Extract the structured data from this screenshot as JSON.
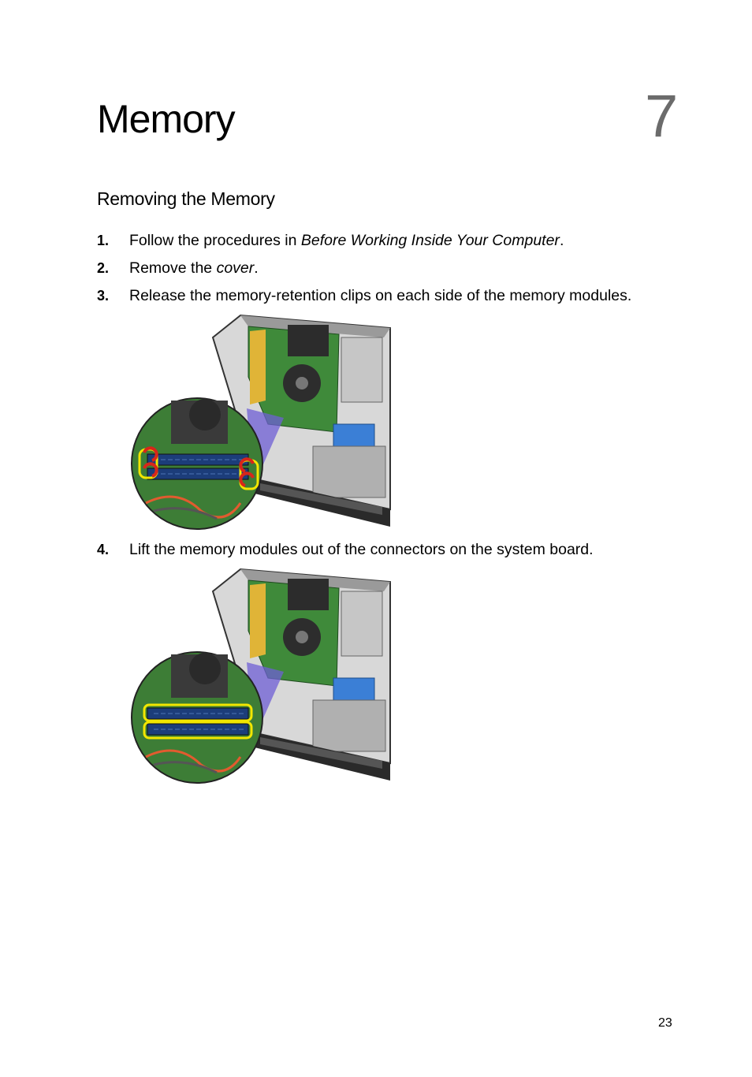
{
  "chapter": {
    "title": "Memory",
    "number": "7"
  },
  "section": {
    "title": "Removing the Memory"
  },
  "steps": [
    {
      "num": "1.",
      "pre": "Follow the procedures in ",
      "link": "Before Working Inside Your Computer",
      "post": "."
    },
    {
      "num": "2.",
      "pre": "Remove the ",
      "link": "cover",
      "post": "."
    },
    {
      "num": "3.",
      "text": "Release the memory-retention clips on each side of the memory modules."
    },
    {
      "num": "4.",
      "text": "Lift the memory modules out of the connectors on the system board."
    }
  ],
  "figures": [
    {
      "name": "memory-clips-release-figure",
      "highlight": "red-arrows"
    },
    {
      "name": "memory-modules-lift-figure",
      "highlight": "yellow-outline"
    }
  ],
  "colors": {
    "chapter_number": "#6b6b6b",
    "highlight_yellow": "#f2e600",
    "arrow_red": "#d8261a"
  },
  "page_number": "23"
}
